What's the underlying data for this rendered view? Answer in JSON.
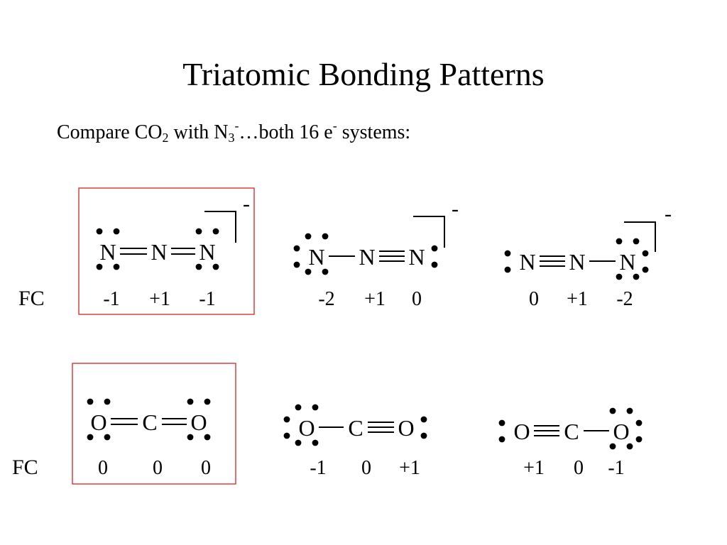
{
  "slide": {
    "title": "Triatomic Bonding Patterns",
    "subtitle_parts": {
      "compare": "Compare CO",
      "co2_sub": "2",
      "with": " with N",
      "n3_sub": "3",
      "n3_sup": "-",
      "both": "…both 16 e",
      "e_sup": "-",
      "systems": " systems:"
    }
  },
  "fc_label": "FC",
  "colors": {
    "highlight_box": "#d9231f",
    "text": "#000000"
  },
  "azide_structures": [
    {
      "atoms": [
        "N",
        "N",
        "N"
      ],
      "bonds": [
        "double",
        "double"
      ],
      "charge": "-",
      "formal_charges": [
        "-1",
        "+1",
        "-1"
      ],
      "highlighted": true
    },
    {
      "atoms": [
        "N",
        "N",
        "N"
      ],
      "bonds": [
        "single",
        "triple"
      ],
      "charge": "-",
      "formal_charges": [
        "-2",
        "+1",
        "0"
      ],
      "highlighted": false
    },
    {
      "atoms": [
        "N",
        "N",
        "N"
      ],
      "bonds": [
        "triple",
        "single"
      ],
      "charge": "-",
      "formal_charges": [
        "0",
        "+1",
        "-2"
      ],
      "highlighted": false
    }
  ],
  "co2_structures": [
    {
      "atoms": [
        "O",
        "C",
        "O"
      ],
      "bonds": [
        "double",
        "double"
      ],
      "charge": "",
      "formal_charges": [
        "0",
        "0",
        "0"
      ],
      "highlighted": true
    },
    {
      "atoms": [
        "O",
        "C",
        "O"
      ],
      "bonds": [
        "single",
        "triple"
      ],
      "charge": "",
      "formal_charges": [
        "-1",
        "0",
        "+1"
      ],
      "highlighted": false
    },
    {
      "atoms": [
        "O",
        "C",
        "O"
      ],
      "bonds": [
        "triple",
        "single"
      ],
      "charge": "",
      "formal_charges": [
        "+1",
        "0",
        "-1"
      ],
      "highlighted": false
    }
  ]
}
